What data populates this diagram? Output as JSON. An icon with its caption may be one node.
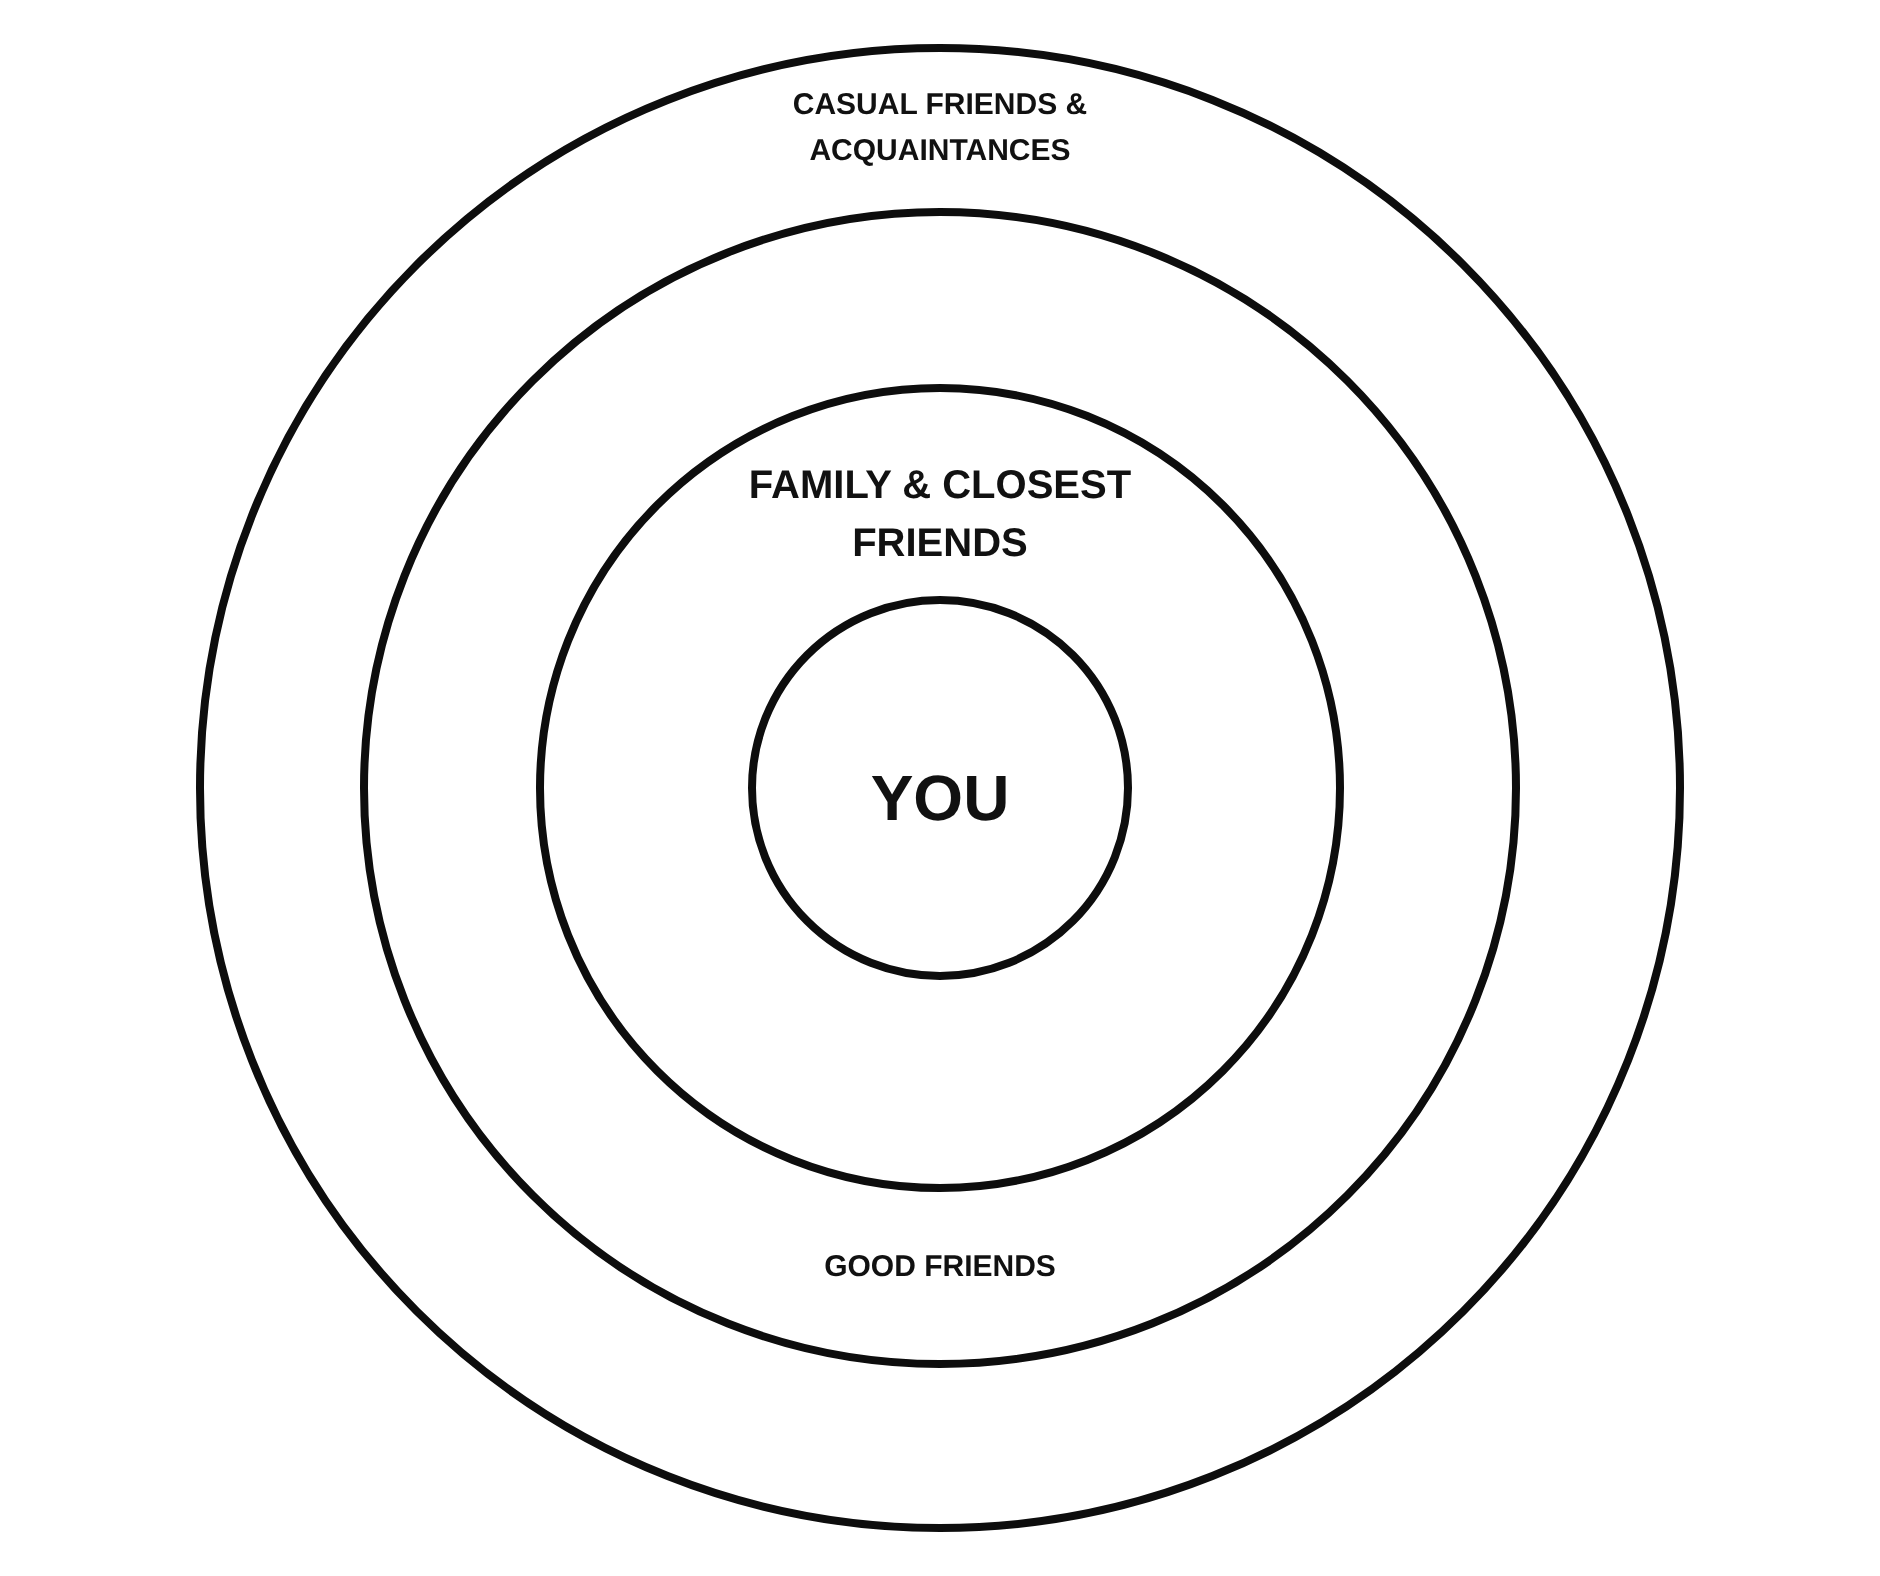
{
  "diagram": {
    "nodes": [
      {
        "text": [
          "CASUAL FRIENDS & ACQUAINTANCES"
        ]
      },
      {
        "text": [
          "GOOD FRIENDS"
        ],
        "in": 0
      },
      {
        "text": [
          "FAMILY & CLOSEST FRIENDS"
        ],
        "in": 1
      },
      {
        "text": [
          "YOU"
        ],
        "in": 2
      }
    ]
  }
}
